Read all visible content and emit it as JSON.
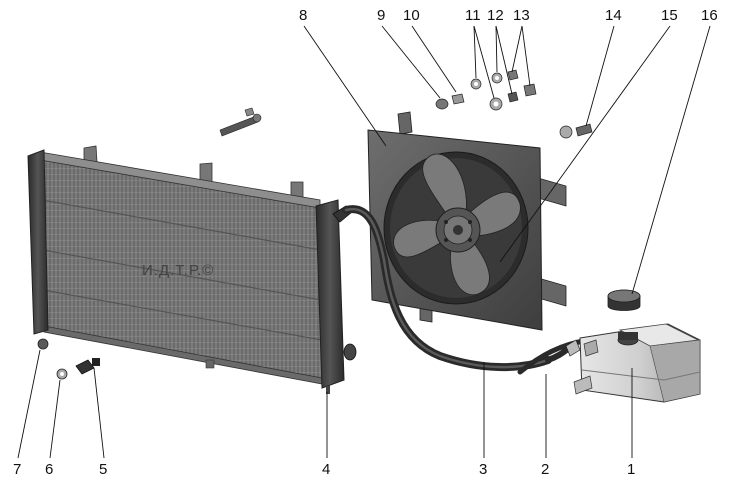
{
  "watermark": "И.Д.Т.Р.©",
  "callouts": [
    {
      "id": "1",
      "label": "1"
    },
    {
      "id": "2",
      "label": "2"
    },
    {
      "id": "3",
      "label": "3"
    },
    {
      "id": "4",
      "label": "4"
    },
    {
      "id": "5",
      "label": "5"
    },
    {
      "id": "6",
      "label": "6"
    },
    {
      "id": "7",
      "label": "7"
    },
    {
      "id": "8",
      "label": "8"
    },
    {
      "id": "9",
      "label": "9"
    },
    {
      "id": "10",
      "label": "10"
    },
    {
      "id": "11",
      "label": "11"
    },
    {
      "id": "12",
      "label": "12"
    },
    {
      "id": "13",
      "label": "13"
    },
    {
      "id": "14",
      "label": "14"
    },
    {
      "id": "15",
      "label": "15"
    },
    {
      "id": "16",
      "label": "16"
    }
  ]
}
